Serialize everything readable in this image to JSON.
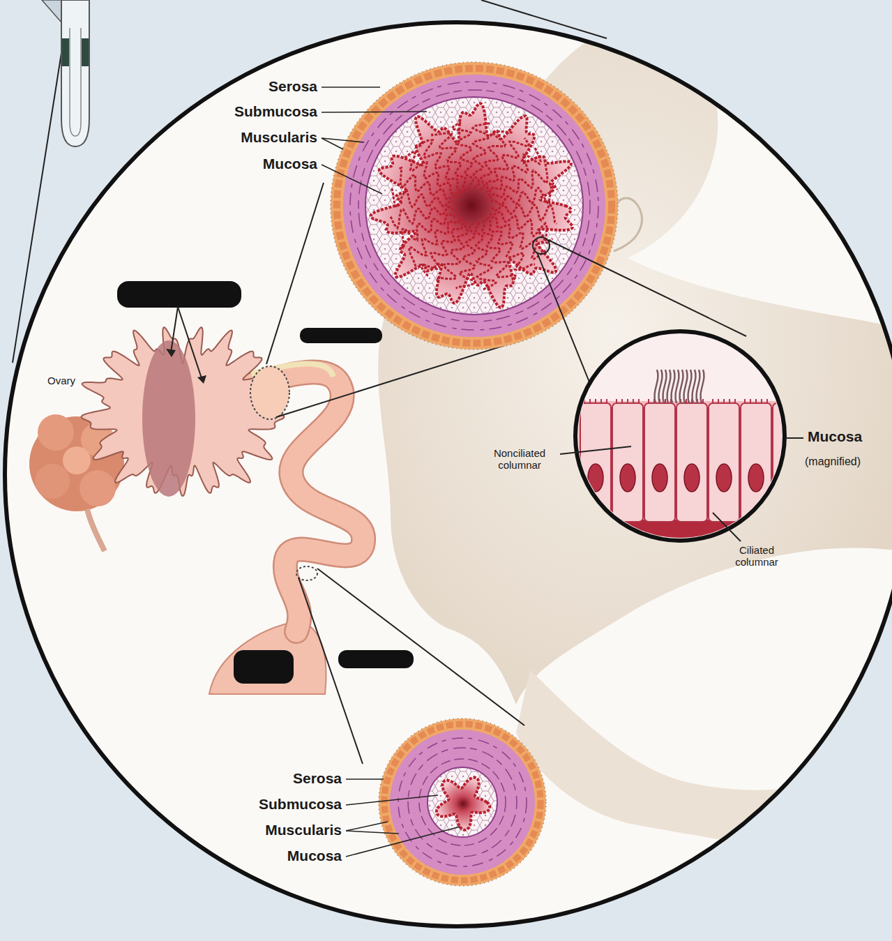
{
  "diagram": {
    "labels": [
      "Serosa",
      "Submucosa",
      "Muscularis",
      "Mucosa",
      "Ovary",
      "Nonciliated columnar",
      "Mucosa",
      "(magnified)",
      "Ciliated columnar",
      "Serosa",
      "Submucosa",
      "Muscularis",
      "Mucosa"
    ]
  }
}
